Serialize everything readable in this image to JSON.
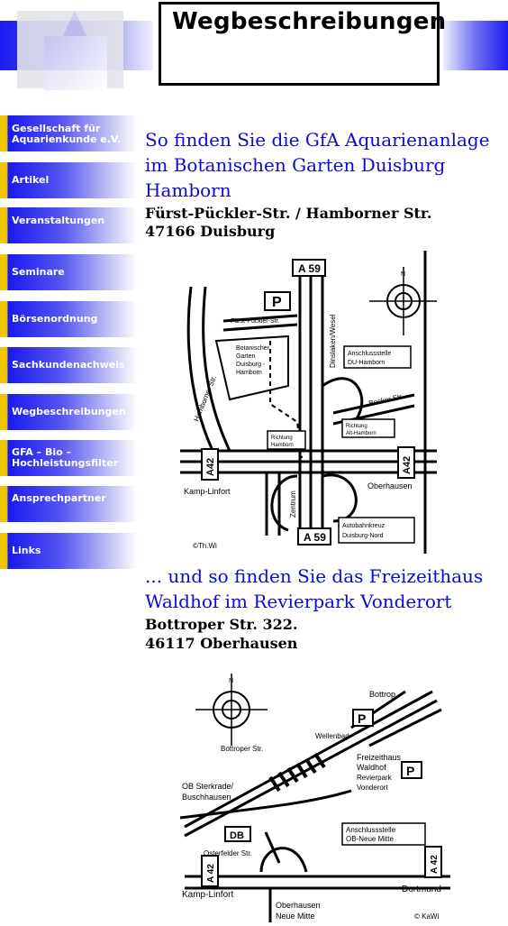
{
  "header": {
    "title": "Wegbeschreibungen"
  },
  "nav": {
    "items": [
      {
        "label": "Gesellschaft für Aquarienkunde e.V."
      },
      {
        "label": "Artikel"
      },
      {
        "label": "Veranstaltungen"
      },
      {
        "label": "Seminare"
      },
      {
        "label": "Börsenordnung"
      },
      {
        "label": "Sachkundenachweis"
      },
      {
        "label": "Wegbeschreibungen"
      },
      {
        "label": "GFA – Bio – Hochleistungsfilter"
      },
      {
        "label": "Ansprechpartner"
      },
      {
        "label": "Links"
      }
    ]
  },
  "section1": {
    "heading_line1": "So finden Sie die GfA Aquarienanlage",
    "heading_line2": "im Botanischen Garten Duisburg",
    "heading_line3": "Hamborn",
    "street": "Fürst-Pückler-Str. / Hamborner Str.",
    "city": "47166 Duisburg",
    "map": {
      "a59": "A 59",
      "a42": "A42",
      "p": "P",
      "fuerst": "Fürst-Pückler-Str.",
      "garden1": "Botanischer",
      "garden2": "Garten",
      "garden3": "Duisburg -",
      "garden4": "Hamborn",
      "hamborner": "Hamborner Str.",
      "dinslaken": "Dinslaken/Wesel",
      "anschluss1": "Anschlussstelle",
      "anschluss2": "DU-Hamborn",
      "becker": "Becker Str.",
      "richtung1": "Richtung",
      "richtung2": "Alt-Hamborn",
      "richtung3": "Richtung",
      "richtung4": "Hamborn",
      "kamp": "Kamp-Linfort",
      "oberhausen": "Oberhausen",
      "zentrum": "Zentrum",
      "kreuz1": "Autobahnkreuz",
      "kreuz2": "Duisburg-Nord",
      "copyright": "©Th.Wi"
    }
  },
  "section2": {
    "heading_line1": "... und so finden Sie das Freizeithaus",
    "heading_line2": "Waldhof im Revierpark Vonderort",
    "street": "Bottroper Str. 322.",
    "city": "46117 Oberhausen",
    "map": {
      "bottrop": "Bottrop",
      "p": "P",
      "wellenbad": "Wellenbad",
      "bottroper": "Bottroper Str.",
      "frei1": "Freizeithaus",
      "frei2": "Waldhof",
      "frei3": "Revierpark",
      "frei4": "Vonderort",
      "ob1": "OB Sterkrade/",
      "ob2": "Buschhausen",
      "db": "DB",
      "anschluss1": "Anschlussstelle",
      "anschluss2": "OB-Neue Mitte",
      "osterfelder": "Osterfelder Str.",
      "a42": "A 42",
      "kamp": "Kamp-Linfort",
      "dortmund": "Dortmund",
      "oberhausen1": "Oberhausen",
      "oberhausen2": "Neue Mitte",
      "copyright": "© KaWi"
    }
  }
}
